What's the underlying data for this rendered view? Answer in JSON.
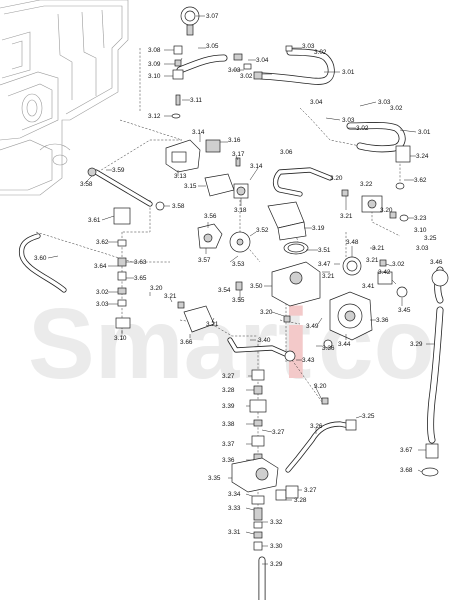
{
  "watermark": {
    "text_left": "Smart",
    "text_mid": "i",
    "text_right": "co",
    "color": "#ebebeb",
    "accent_color": "#f3c9c9"
  },
  "labels": {
    "l01": "3.07",
    "l02": "3.08",
    "l03": "3.05",
    "l04": "3.03",
    "l05": "3.02",
    "l06": "3.09",
    "l07": "3.04",
    "l08": "3.03",
    "l09": "3.02",
    "l10": "3.01",
    "l11": "3.10",
    "l12": "3.11",
    "l13": "3.12",
    "l14": "3.04",
    "l15": "3.03",
    "l16": "3.02",
    "l17": "3.03",
    "l18": "3.02",
    "l19": "3.01",
    "l20": "3.14",
    "l21": "3.16",
    "l22": "3.17",
    "l23": "3.14",
    "l24": "3.06",
    "l25": "3.24",
    "l26": "3.59",
    "l27": "3.13",
    "l28": "3.15",
    "l29": "3.20",
    "l30": "3.22",
    "l31": "3.62",
    "l32": "3.58",
    "l33": "3.58",
    "l34": "3.18",
    "l35": "3.19",
    "l36": "3.21",
    "l37": "3.20",
    "l38": "3.23",
    "l39": "3.61",
    "l40": "3.56",
    "l41": "3.52",
    "l42": "3.10",
    "l43": "3.25",
    "l44": "3.57",
    "l45": "3.48",
    "l46": "3.62",
    "l47": "3.63",
    "l48": "3.53",
    "l49": "3.51",
    "l50": "3.21",
    "l51": "3.03",
    "l52": "3.60",
    "l53": "3.47",
    "l54": "3.21",
    "l55": "3.02",
    "l56": "3.64",
    "l57": "3.42",
    "l58": "3.46",
    "l59": "3.65",
    "l60": "3.21",
    "l61": "3.41",
    "l62": "3.02",
    "l63": "3.20",
    "l64": "3.54",
    "l65": "3.50",
    "l66": "3.03",
    "l67": "3.21",
    "l68": "3.55",
    "l69": "3.45",
    "l70": "3.20",
    "l71": "3.49",
    "l72": "3.44",
    "l73": "3.36",
    "l74": "3.21",
    "l75": "3.10",
    "l76": "3.66",
    "l77": "3.40",
    "l78": "3.36",
    "l79": "3.29",
    "l80": "3.43",
    "l81": "3.27",
    "l82": "3.20",
    "l83": "3.28",
    "l84": "3.39",
    "l85": "3.25",
    "l86": "3.38",
    "l87": "3.27",
    "l88": "3.26",
    "l89": "3.37",
    "l90": "3.67",
    "l91": "3.36",
    "l92": "3.68",
    "l93": "3.35",
    "l94": "3.27",
    "l95": "3.34",
    "l96": "3.28",
    "l97": "3.33",
    "l98": "3.32",
    "l99": "3.31",
    "l100": "3.30",
    "l101": "3.29"
  }
}
